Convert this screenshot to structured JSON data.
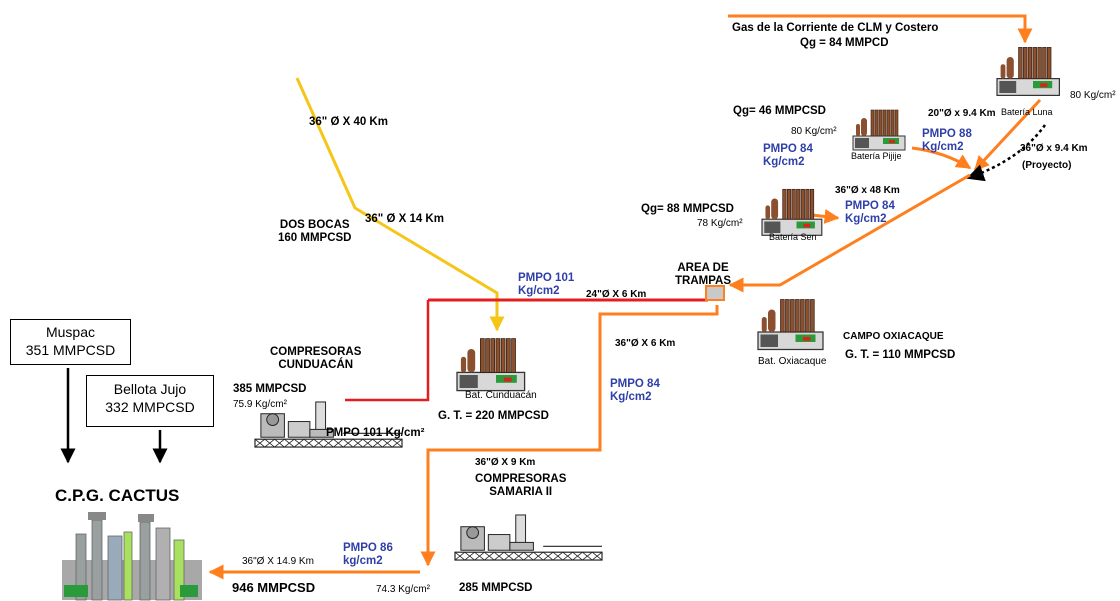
{
  "colors": {
    "orange": "#ff7f1e",
    "yellow": "#f5c518",
    "red": "#e31e1e",
    "blue_text": "#2f3fa8",
    "black": "#000000"
  },
  "top_source": {
    "line1": "Gas de la Corriente de CLM y Costero",
    "line2": "Qg = 84 MMPCD"
  },
  "bat_luna": {
    "label": "Batería Luna",
    "pressure": "80 Kg/cm²"
  },
  "pipe_luna_pijije": "20\"Ø x 9.4 Km",
  "pmpo_88": {
    "line1": "PMPO 88",
    "line2": "Kg/cm2"
  },
  "pipe_project": {
    "line1": "36\"Ø x 9.4 Km",
    "line2": "(Proyecto)"
  },
  "pijije": {
    "qg": "Qg= 46  MMPCSD",
    "pressure": "80 Kg/cm²",
    "label": "Batería Pijije"
  },
  "pmpo_84_a": {
    "line1": "PMPO 84",
    "line2": "Kg/cm2"
  },
  "pipe_36x48": "36\"Ø x 48 Km",
  "pmpo_84_b": {
    "line1": "PMPO 84",
    "line2": "Kg/cm2"
  },
  "sen": {
    "qg": "Qg= 88  MMPCSD",
    "pressure": "78 Kg/cm²",
    "label": "Batería Sen"
  },
  "pipe_36x40": "36\" Ø X 40 Km",
  "pipe_36x14": "36\" Ø X 14 Km",
  "dos_bocas": {
    "line1": "DOS BOCAS",
    "line2": "160 MMPCSD"
  },
  "pmpo_101": {
    "line1": "PMPO 101",
    "line2": "Kg/cm2"
  },
  "pipe_24x6": "24\"Ø X 6 Km",
  "area_trampas": {
    "line1": "AREA DE",
    "line2": "TRAMPAS"
  },
  "oxiacaque": {
    "field_line1": "CAMPO OXIACAQUE",
    "field_line2": "G. T. = 110  MMPCSD",
    "label": "Bat. Oxiacaque"
  },
  "pipe_36x6": "36\"Ø X 6 Km",
  "pmpo_84_c": {
    "line1": "PMPO 84",
    "line2": "Kg/cm2"
  },
  "cunduacan_comp": {
    "line1": "COMPRESORAS",
    "line2": "CUNDUACÁN",
    "flow": "385 MMPCSD",
    "pressure": "75.9 Kg/cm²",
    "pmpo": "PMPO 101 Kg/cm²"
  },
  "bat_cunduacan": {
    "label": "Bat. Cunduacán",
    "gt": "G. T. = 220 MMPCSD"
  },
  "muspac": {
    "line1": "Muspac",
    "line2": "351 MMPCSD"
  },
  "bellota": {
    "line1": "Bellota Jujo",
    "line2": "332 MMPCSD"
  },
  "cactus": "C.P.G.  CACTUS",
  "pipe_36x9": "36\"Ø X 9 Km",
  "samaria": {
    "line1": "COMPRESORAS",
    "line2": "SAMARIA II",
    "flow": "285 MMPCSD"
  },
  "pipe_36x149": "36\"Ø X 14.9 Km",
  "pmpo_86": {
    "line1": "PMPO 86",
    "line2": "kg/cm2"
  },
  "total_flow": "946  MMPCSD",
  "pressure_743": "74.3 Kg/cm²"
}
